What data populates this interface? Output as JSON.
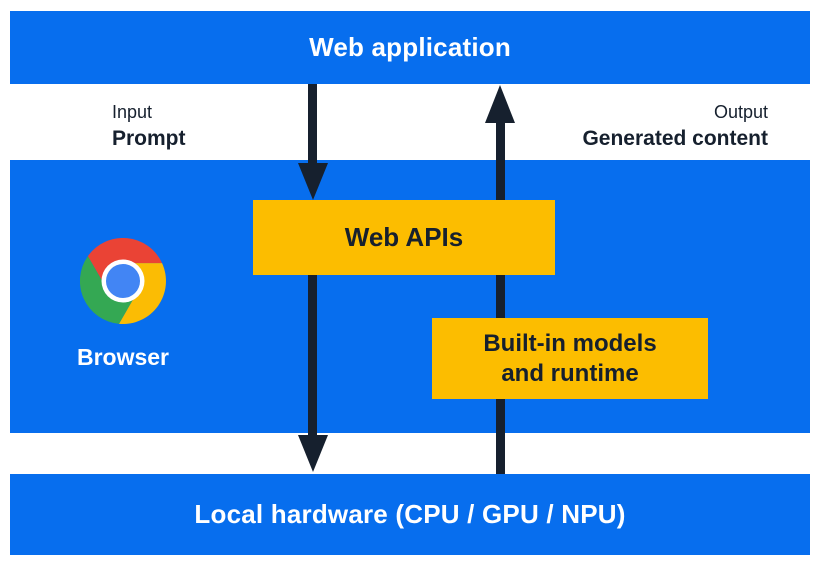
{
  "colors": {
    "blue": "#076EEE",
    "yellow": "#FCBD00",
    "dark": "#16202E",
    "white": "#FFFFFF",
    "chrome_red": "#EA4335",
    "chrome_yellow": "#FBBC04",
    "chrome_green": "#34A853",
    "chrome_blue": "#4285F4"
  },
  "top_bar": {
    "label": "Web application"
  },
  "io_labels": {
    "input_title": "Input",
    "input_value": "Prompt",
    "output_title": "Output",
    "output_value": "Generated content"
  },
  "browser_block": {
    "browser_label": "Browser",
    "web_apis_label": "Web APIs",
    "builtin_line1": "Built-in models",
    "builtin_line2": "and runtime"
  },
  "bottom_bar": {
    "label": "Local hardware (CPU / GPU / NPU)"
  }
}
